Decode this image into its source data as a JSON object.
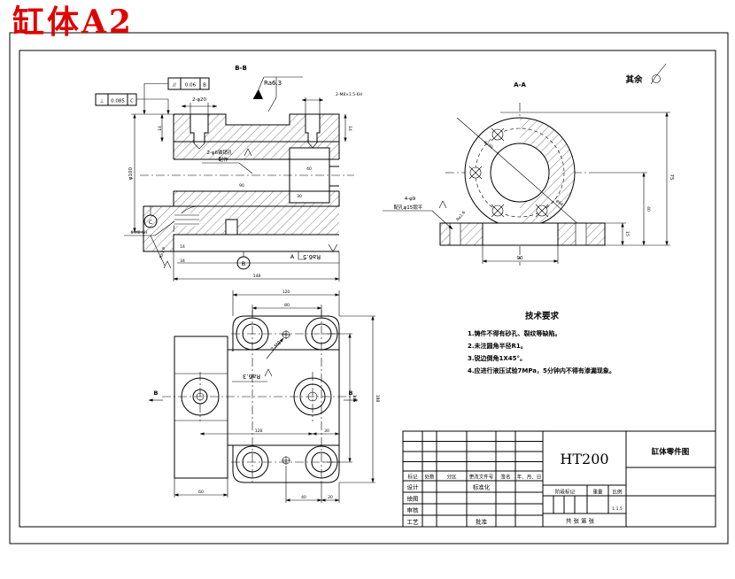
{
  "page": {
    "title": "缸体A2"
  },
  "bb": {
    "label": "B-B",
    "gdt_parallel": {
      "sym": "//",
      "tol": "0.06",
      "datum": "B"
    },
    "gdt_perp": {
      "sym": "⊥",
      "tol": "0.085",
      "datum": "C"
    },
    "ra_top": "Ra6.3",
    "ra_bottom": "Ra6.5",
    "ra_left": "Ra1.6",
    "datum_a": "A",
    "datum_b": "B",
    "datum_c": "C",
    "label_holes": "2-φ20",
    "label_thread": "2-M8×1.5-6H",
    "label_pin1": "2-φ6锥销孔",
    "label_pin2": "配作",
    "label_tapped": "6-M8-6H",
    "dims": {
      "left14": "14",
      "right14": "14",
      "phi100": "φ100",
      "pocket40": "40",
      "bore90": "90",
      "pocket30": "30",
      "base14": "14",
      "base34": "34",
      "width148": "148"
    }
  },
  "aa": {
    "label": "A-A",
    "rest": "其余",
    "leader_line1": "4-φ9",
    "leader_line2": "配孔φ15锪平",
    "ra_small": "Ra1.6",
    "phi_bolt_circle": "φ100",
    "phi_bore": "φ66",
    "dims": {
      "h75": "75",
      "h40": "40",
      "h15": "15",
      "w90": "90"
    }
  },
  "plan": {
    "ra": "Ra6.3",
    "label_m8": "2-M8",
    "section_left": "B",
    "section_right": "B",
    "dims": {
      "top120": "120",
      "top80": "80",
      "left60": "60",
      "bot40": "40",
      "bot20": "20",
      "mid128": "128",
      "mid30": "30",
      "right145": "145",
      "right188": "188"
    }
  },
  "tech": {
    "title": "技术要求",
    "items": [
      "1.铸件不得有砂孔、裂纹等缺陷。",
      "2.未注圆角半径R1。",
      "3.锐边倒角1X45°。",
      "4.应进行液压试验7MPa，5分钟内不得有渗漏现象。"
    ]
  },
  "tb": {
    "material": "HT200",
    "part_name": "缸体零件图",
    "cols": [
      "标记",
      "处数",
      "分区",
      "更改文件号",
      "签名",
      "年、月、日"
    ],
    "row_design": "设计",
    "row_draw": "绘图",
    "row_check": "审核",
    "row_process": "工艺",
    "std": "标准化",
    "approve": "批准",
    "stage": "阶段标记",
    "weight": "重量",
    "scale": "比例",
    "scale_value": "1:1.5",
    "sheet": "共  张  第  张"
  }
}
